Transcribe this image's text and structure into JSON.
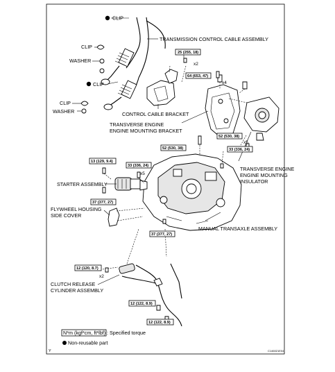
{
  "labels": {
    "clip_top": "CLIP",
    "trans_cable": "TRANSMISSION CONTROL CABLE ASSEMBLY",
    "clip_1": "CLIP",
    "washer_1": "WASHER",
    "clip_mid": "CLIP",
    "clip_2": "CLIP",
    "washer_2": "WASHER",
    "cable_bracket": "CONTROL CABLE BRACKET",
    "mount_bracket_l1": "TRANSVERSE ENGINE",
    "mount_bracket_l2": "ENGINE MOUNTING BRACKET",
    "mount_insul_l1": "TRANSVERSE ENGINE",
    "mount_insul_l2": "ENGINE MOUNTING",
    "mount_insul_l3": "INSULATOR",
    "starter": "STARTER ASSEMBLY",
    "flywheel_l1": "FLYWHEEL HOUSING",
    "flywheel_l2": "SIDE COVER",
    "transaxle": "MANUAL TRANSAXLE ASSEMBLY",
    "clutch_l1": "CLUTCH RELEASE",
    "clutch_l2": "CYLINDER ASSEMBLY"
  },
  "torques": {
    "t1": "25 (255, 18)",
    "t2": "64 (653, 47)",
    "t3": "52 (530, 38)",
    "t4": "52 (530, 38)",
    "t5": "33 (336, 24)",
    "t6": "13 (129, 9.4)",
    "t7": "33 (336, 24)",
    "t8": "37 (377, 27)",
    "t9": "37 (377, 27)",
    "t10": "12 (120, 8.7)",
    "t11": "12 (122, 8.9)",
    "t12": "12 (122, 8.9)"
  },
  "multipliers": {
    "m1": "x2",
    "m2": "x4",
    "m3": "x5",
    "m4": "x5",
    "m5": "x2"
  },
  "legend": {
    "spec_box": "N*m (kgf*cm, ft*lbf)",
    "spec_text": ": Specified torque",
    "non_reusable": "Non-reusable part"
  },
  "corner": {
    "left_mark": "Y",
    "code": "C146021E04"
  }
}
